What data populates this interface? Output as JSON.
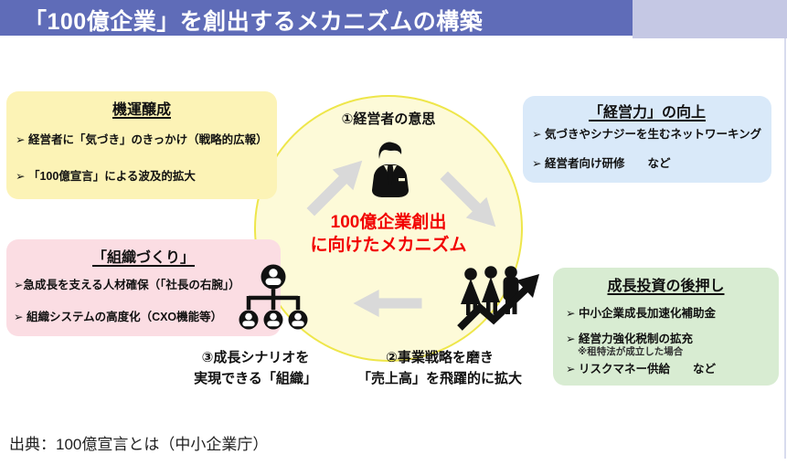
{
  "header": {
    "title": "「100億企業」を創出するメカニズムの構築"
  },
  "circle": {
    "step1_label": "①経営者の意思",
    "core_line1": "100億企業創出",
    "core_line2": "に向けたメカニズム",
    "step2_line1": "②事業戦略を磨き",
    "step2_line2": "「売上高」を飛躍的に拡大",
    "step3_line1": "③成長シナリオを",
    "step3_line2": "実現できる「組織」"
  },
  "boxes": {
    "momentum": {
      "title": "機運醸成",
      "bullet1": "➢ 経営者に「気づき」のきっかけ（戦略的広報）",
      "bullet2": "➢ 「100億宣言」による波及的拡大"
    },
    "management": {
      "title": "「経営力」の向上",
      "bullet1": "➢ 気づきやシナジーを生むネットワーキング",
      "bullet2": "➢ 経営者向け研修　　など"
    },
    "organization": {
      "title": "「組織づくり」",
      "bullet1": "➢急成長を支える人材確保（「社長の右腕」）",
      "bullet2": "➢ 組織システムの高度化（CXO機能等）"
    },
    "growth": {
      "title": "成長投資の後押し",
      "bullet1": "➢ 中小企業成長加速化補助金",
      "bullet2": "➢ 経営力強化税制の拡充",
      "note": "※租特法が成立した場合",
      "bullet3": "➢ リスクマネー供給　　など"
    }
  },
  "footer": {
    "source": "出典：100億宣言とは（中小企業庁）"
  },
  "colors": {
    "header_bar": "#5f6cb8",
    "header_bar_light": "#c5c8e4",
    "circle_fill": "#fdfad8",
    "circle_border": "#eee64a",
    "box_momentum": "#fcf3b6",
    "box_management": "#d9e9f9",
    "box_organization": "#fbdde3",
    "box_growth": "#d8ecd2",
    "accent_red": "#f20000",
    "arrow_gray": "#d9d9d9",
    "icon_black": "#111111"
  },
  "icons": [
    "businessman-icon",
    "org-chart-icon",
    "team-growth-arrow-icon",
    "arrow-up-right-icon",
    "arrow-down-right-icon",
    "arrow-left-icon"
  ]
}
